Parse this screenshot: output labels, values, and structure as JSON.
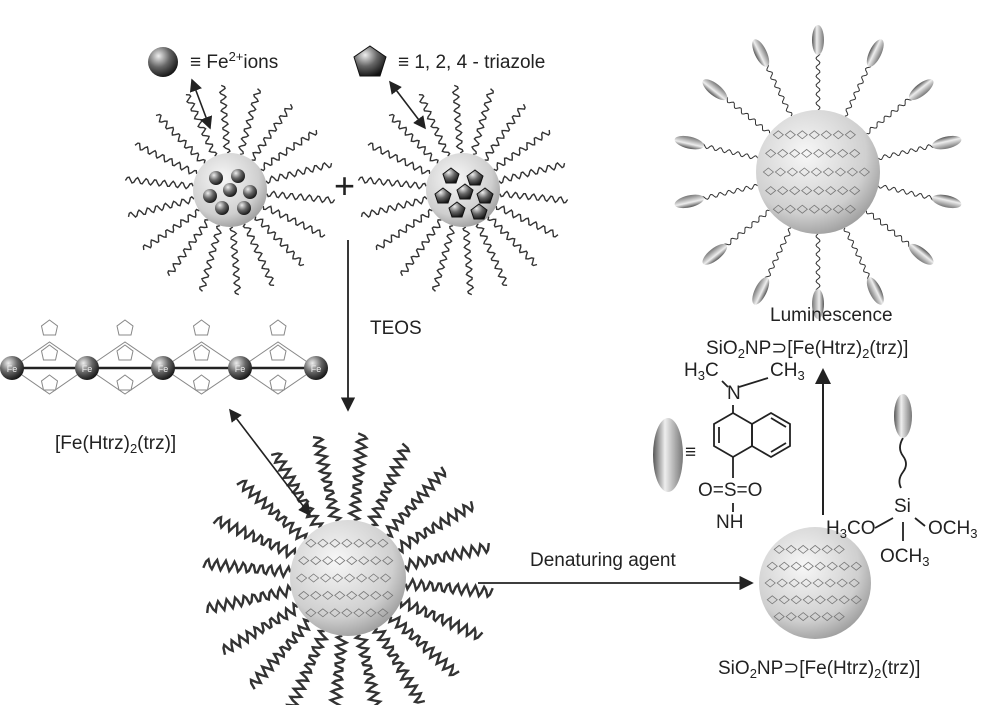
{
  "legend": {
    "fe_equiv": "≡",
    "fe_label": "Fe",
    "fe_charge": "2+",
    "fe_suffix": "ions",
    "triazole_label": "≡ 1, 2, 4 - triazole"
  },
  "plus": "+",
  "teos": "TEOS",
  "chain": {
    "atom": "Fe",
    "formula_a": "[Fe(Htrz)",
    "formula_sub": "2",
    "formula_b": "(trz)]"
  },
  "denaturing": "Denaturing agent",
  "product": {
    "a": "SiO",
    "sub1": "2",
    "b": "NP⊃[Fe(Htrz)",
    "sub2": "2",
    "c": "(trz)]"
  },
  "luminescence": "Luminescence",
  "final": {
    "a": "SiO",
    "sub1": "2",
    "b": "NP⊃[Fe(Htrz)",
    "sub2": "2",
    "c": "(trz)]"
  },
  "dansyl": {
    "equiv": "≡",
    "h3c": "H",
    "h3c_sub": "3",
    "h3c_c": "C",
    "ch3": "CH",
    "ch3_sub": "3",
    "n": "N",
    "so2": "O=S=O",
    "nh": "NH"
  },
  "silane": {
    "si": "Si",
    "left": "H",
    "left_sub": "3",
    "left_b": "CO",
    "right": "OCH",
    "right_sub": "3",
    "bottom": "OCH",
    "bottom_sub": "3"
  },
  "colors": {
    "ink": "#222222",
    "sphere_light": "#f2f2f2",
    "sphere_dark": "#9a9a9a"
  }
}
